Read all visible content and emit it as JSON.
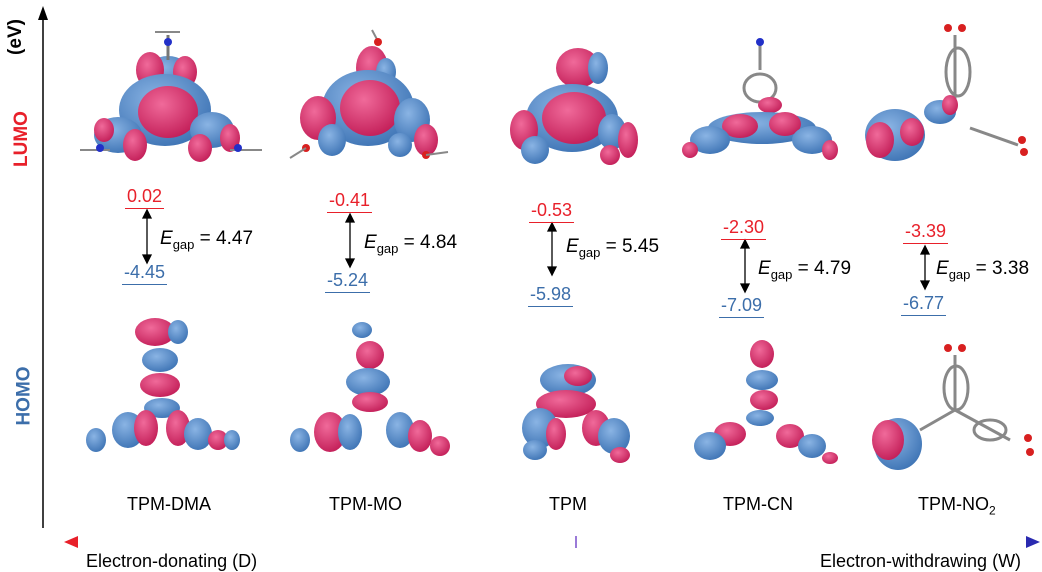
{
  "axis": {
    "unit": "(eV)",
    "lumo_label": "LUMO",
    "homo_label": "HOMO"
  },
  "gap_symbol": "E",
  "gap_subscript": "gap",
  "molecules": [
    {
      "name": "TPM-DMA",
      "name_sub": "",
      "lumo": "0.02",
      "homo": "-4.45",
      "gap": "= 4.47"
    },
    {
      "name": "TPM-MO",
      "name_sub": "",
      "lumo": "-0.41",
      "homo": "-5.24",
      "gap": "= 4.84"
    },
    {
      "name": "TPM",
      "name_sub": "",
      "lumo": "-0.53",
      "homo": "-5.98",
      "gap": "= 5.45"
    },
    {
      "name": "TPM-CN",
      "name_sub": "",
      "lumo": "-2.30",
      "homo": "-7.09",
      "gap": "= 4.79"
    },
    {
      "name": "TPM-NO",
      "name_sub": "2",
      "lumo": "-3.39",
      "homo": "-6.77",
      "gap": "= 3.38"
    }
  ],
  "bottom_axis": {
    "left_label": "Electron-donating (D)",
    "right_label": "Electron-withdrawing (W)"
  },
  "colors": {
    "lumo": "#e8202a",
    "homo": "#3c6eaa",
    "lobe_pink": "#d6336c",
    "lobe_blue": "#4f86c6",
    "arrow_left": "#e8202a",
    "arrow_right": "#2a2ab0",
    "arrow_mid": "#9a7ad8"
  }
}
